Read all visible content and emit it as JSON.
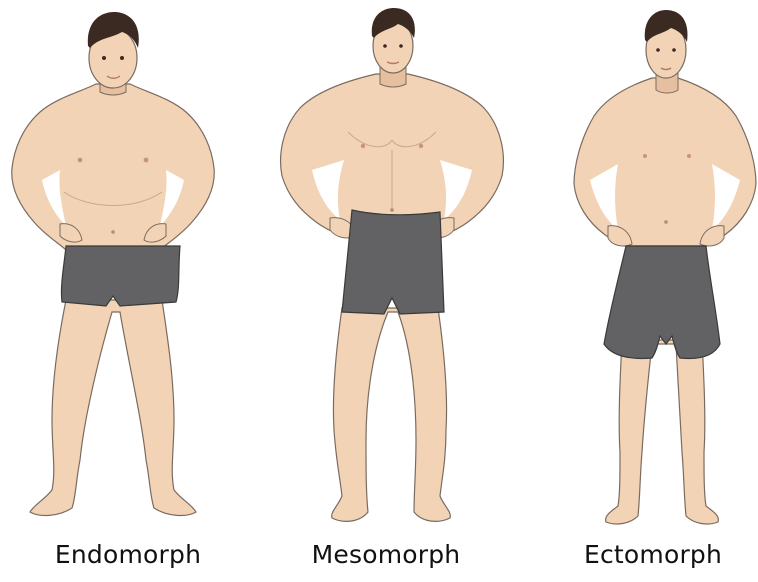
{
  "body_types": [
    {
      "label": "Endomorph"
    },
    {
      "label": "Mesomorph"
    },
    {
      "label": "Ectomorph"
    }
  ],
  "colors": {
    "skin": "#f3d3b6",
    "skin_outline": "#7a6b60",
    "skin_shade": "#e6bfa0",
    "hair": "#3b2a22",
    "shorts": "#626264",
    "shorts_outline": "#3a3a3a",
    "background": "#ffffff",
    "text": "#111111"
  },
  "icons": [
    "endomorph-figure",
    "mesomorph-figure",
    "ectomorph-figure"
  ]
}
